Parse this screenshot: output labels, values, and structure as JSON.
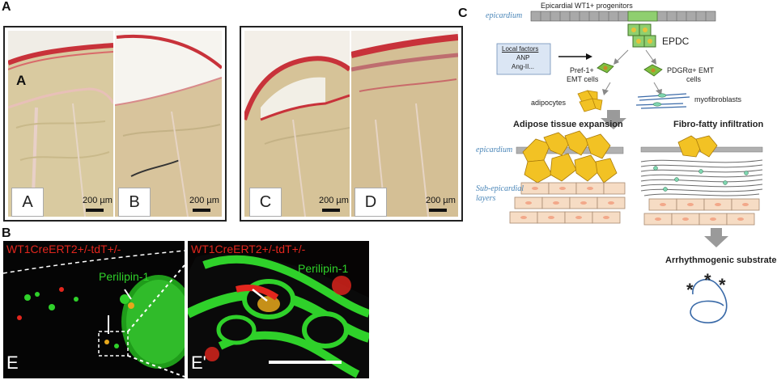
{
  "panel_labels": {
    "a": "A",
    "b": "B",
    "c": "C"
  },
  "histology": {
    "group1_overlay_letter": "A",
    "panels": [
      {
        "label": "A",
        "scale": "200 µm"
      },
      {
        "label": "B",
        "scale": "200 µm"
      },
      {
        "label": "C",
        "scale": "200 µm"
      },
      {
        "label": "D",
        "scale": "200 µm"
      }
    ]
  },
  "fluorescence": {
    "left": {
      "title": "WT1CreERT2+/-tdT+/-",
      "marker": "Perilipin-1",
      "label": "E"
    },
    "right": {
      "title": "WT1CreERT2+/-tdT+/-",
      "marker": "Perilipin-1",
      "label": "E'"
    }
  },
  "diagram": {
    "top_title": "Epicardial WT1+ progenitors",
    "epicardium": "epicardium",
    "epdc": "EPDC",
    "local_factors": {
      "title": "Local factors",
      "items": [
        "ANP",
        "Ang-II..."
      ]
    },
    "pref1": [
      "Pref-1+",
      "EMT cells"
    ],
    "pdgr": [
      "PDGRα+ EMT",
      "cells"
    ],
    "adipocytes": "adipocytes",
    "myofibroblasts": "myofibroblasts",
    "adipose_expansion": "Adipose tissue expansion",
    "fibro_fatty": "Fibro-fatty infiltration",
    "epicardium2": "epicardium",
    "sub_epicardial": [
      "Sub-epicardial",
      "layers"
    ],
    "arrhythmogenic": "Arrhythmogenic substrate",
    "star": "*"
  },
  "colors": {
    "stain_red": "#c8323a",
    "tissue_tan": "#d6c89a",
    "fat_white": "#f4f1ea",
    "fl_green": "#2fd12a",
    "fl_red": "#e3261d",
    "adipocyte_yellow": "#f2c224",
    "cell_peach": "#f6dcc4",
    "label_blue": "#4a86b8"
  }
}
